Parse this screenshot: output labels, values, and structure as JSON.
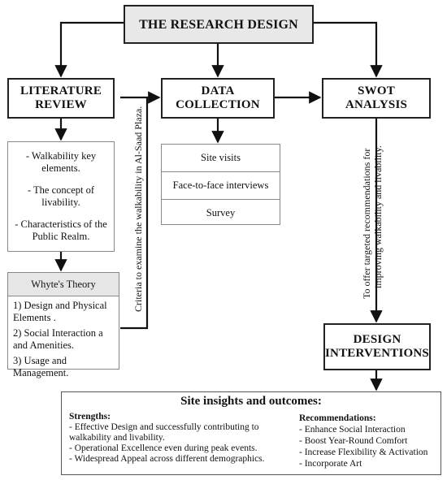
{
  "title": "THE RESEARCH DESIGN",
  "literature_review": {
    "label_line1": "LITERATURE",
    "label_line2": "REVIEW",
    "items": [
      "- Walkability key elements.",
      "- The concept of livability.",
      "- Characteristics of the Public Realm."
    ]
  },
  "data_collection": {
    "label_line1": "DATA",
    "label_line2": "COLLECTION",
    "methods": [
      "Site visits",
      "Face-to-face interviews",
      "Survey"
    ]
  },
  "swot": {
    "label_line1": "SWOT",
    "label_line2": "ANALYSIS"
  },
  "whyte": {
    "title": "Whyte's Theory",
    "items": [
      "1) Design and Physical Elements .",
      "2) Social Interaction a and Amenities.",
      "3) Usage and Management."
    ]
  },
  "criteria_label": "Criteria to examine the walkability in Al-Saad Plaza.",
  "recommendation_label_line1": "To offer targeted recommendations for",
  "recommendation_label_line2": "improving walkability and livability.",
  "design_interventions": {
    "label_line1": "DESIGN",
    "label_line2": "INTERVENTIONS"
  },
  "outcomes": {
    "title": "Site insights and outcomes:",
    "strengths_heading": "Strengths:",
    "strengths": [
      "- Effective Design and successfully contributing to walkability and livability.",
      "- Operational Excellence even during peak events.",
      "- Widespread Appeal across different demographics."
    ],
    "recommendations_heading": "Recommendations:",
    "recommendations": [
      "- Enhance Social Interaction",
      "- Boost Year-Round Comfort",
      "- Increase Flexibility & Activation",
      "- Incorporate Art"
    ]
  }
}
